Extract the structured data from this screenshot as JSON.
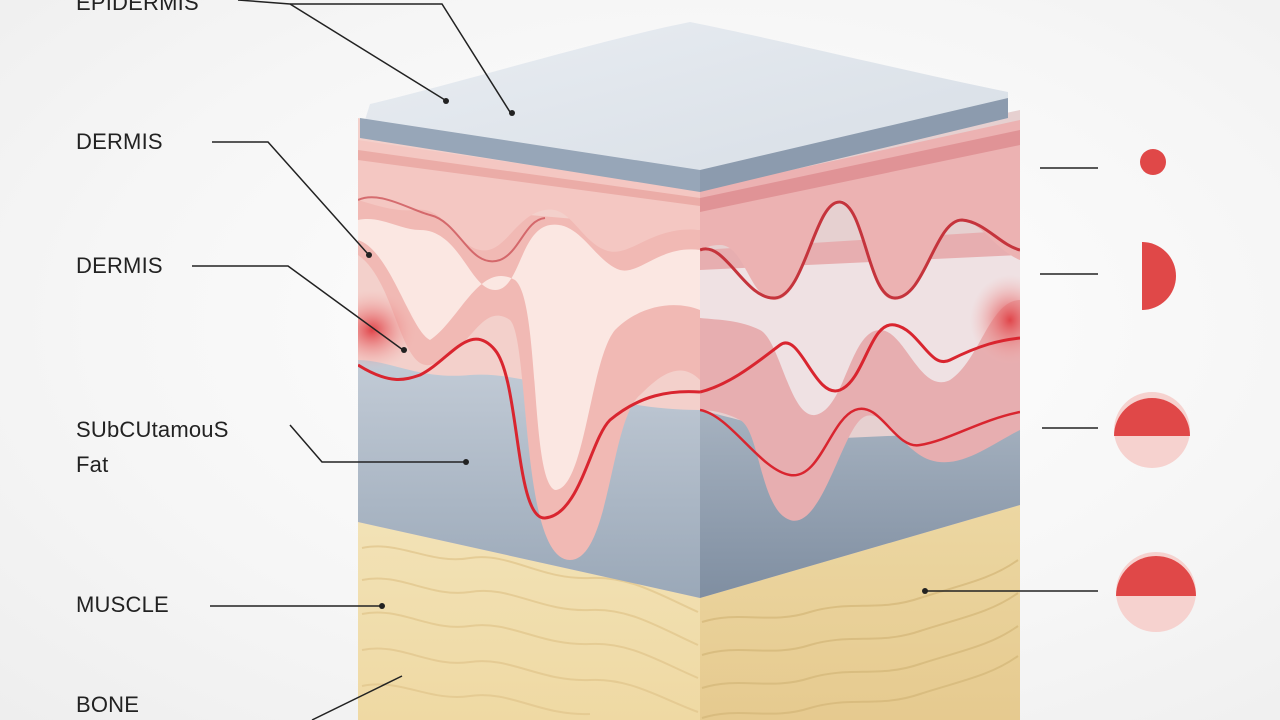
{
  "labels": {
    "epidermis": "EPIDERMIS",
    "dermis_1": "DERMIS",
    "dermis_2": "DERMIS",
    "subcutaneous_line1": "SUbCUtamouS",
    "subcutaneous_line2": "Fat",
    "muscle": "MUSCLE",
    "bone": "BONE"
  },
  "legend_icons": [
    {
      "name": "small-full-dot",
      "fill_fraction": 1.0,
      "color": "#e04848"
    },
    {
      "name": "half-dot-right",
      "fill_fraction": 0.5,
      "color": "#e04848"
    },
    {
      "name": "half-filled-circle-top",
      "fill_fraction": 0.55,
      "color": "#e04848"
    },
    {
      "name": "half-filled-circle-top-2",
      "fill_fraction": 0.55,
      "color": "#e04848"
    }
  ],
  "colors": {
    "epidermis_top": "#dfe4ea",
    "epidermis_edge": "#8e9db0",
    "dermis_pink": "#f0b9b6",
    "dermis_light": "#f9e4e0",
    "vessel_red": "#d9252f",
    "fat_gray": "#a7b3c2",
    "muscle_tan": "#f3e2b3",
    "accent_red": "#e04848"
  }
}
